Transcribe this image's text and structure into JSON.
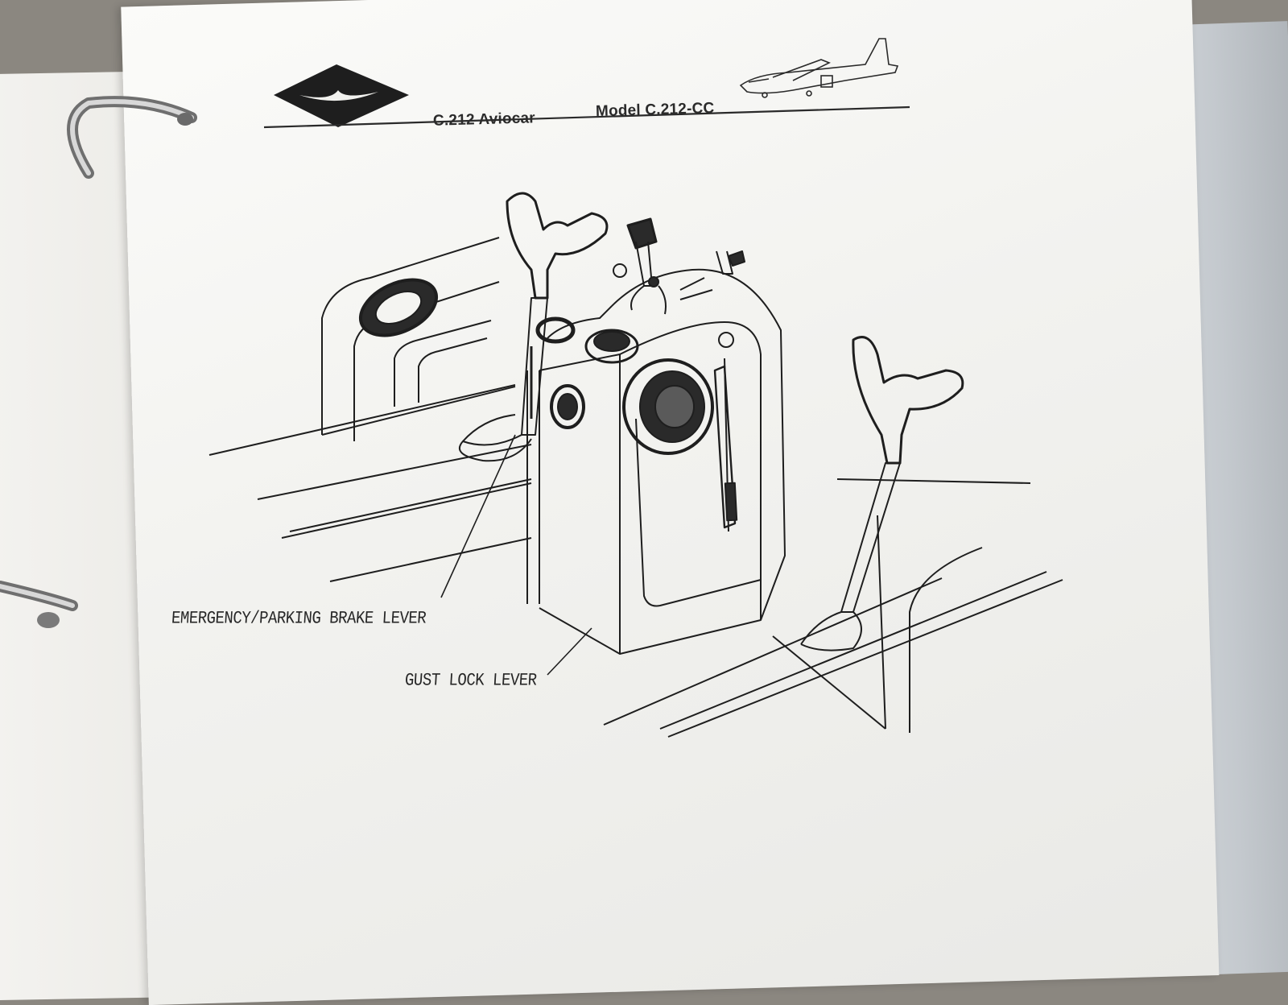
{
  "header": {
    "aircraft_title": "C.212 Aviocar",
    "model_title": "Model C.212-CC"
  },
  "figure": {
    "callouts": [
      "EMERGENCY/PARKING BRAKE LEVER",
      "GUST LOCK LEVER"
    ]
  },
  "icons": {
    "logo": "diamond-bird-logo",
    "aircraft": "aircraft-side-view-icon",
    "binder": "binder-ring-icon"
  },
  "colors": {
    "ink": "#1e1e1e",
    "paper": "#f4f4f1"
  }
}
